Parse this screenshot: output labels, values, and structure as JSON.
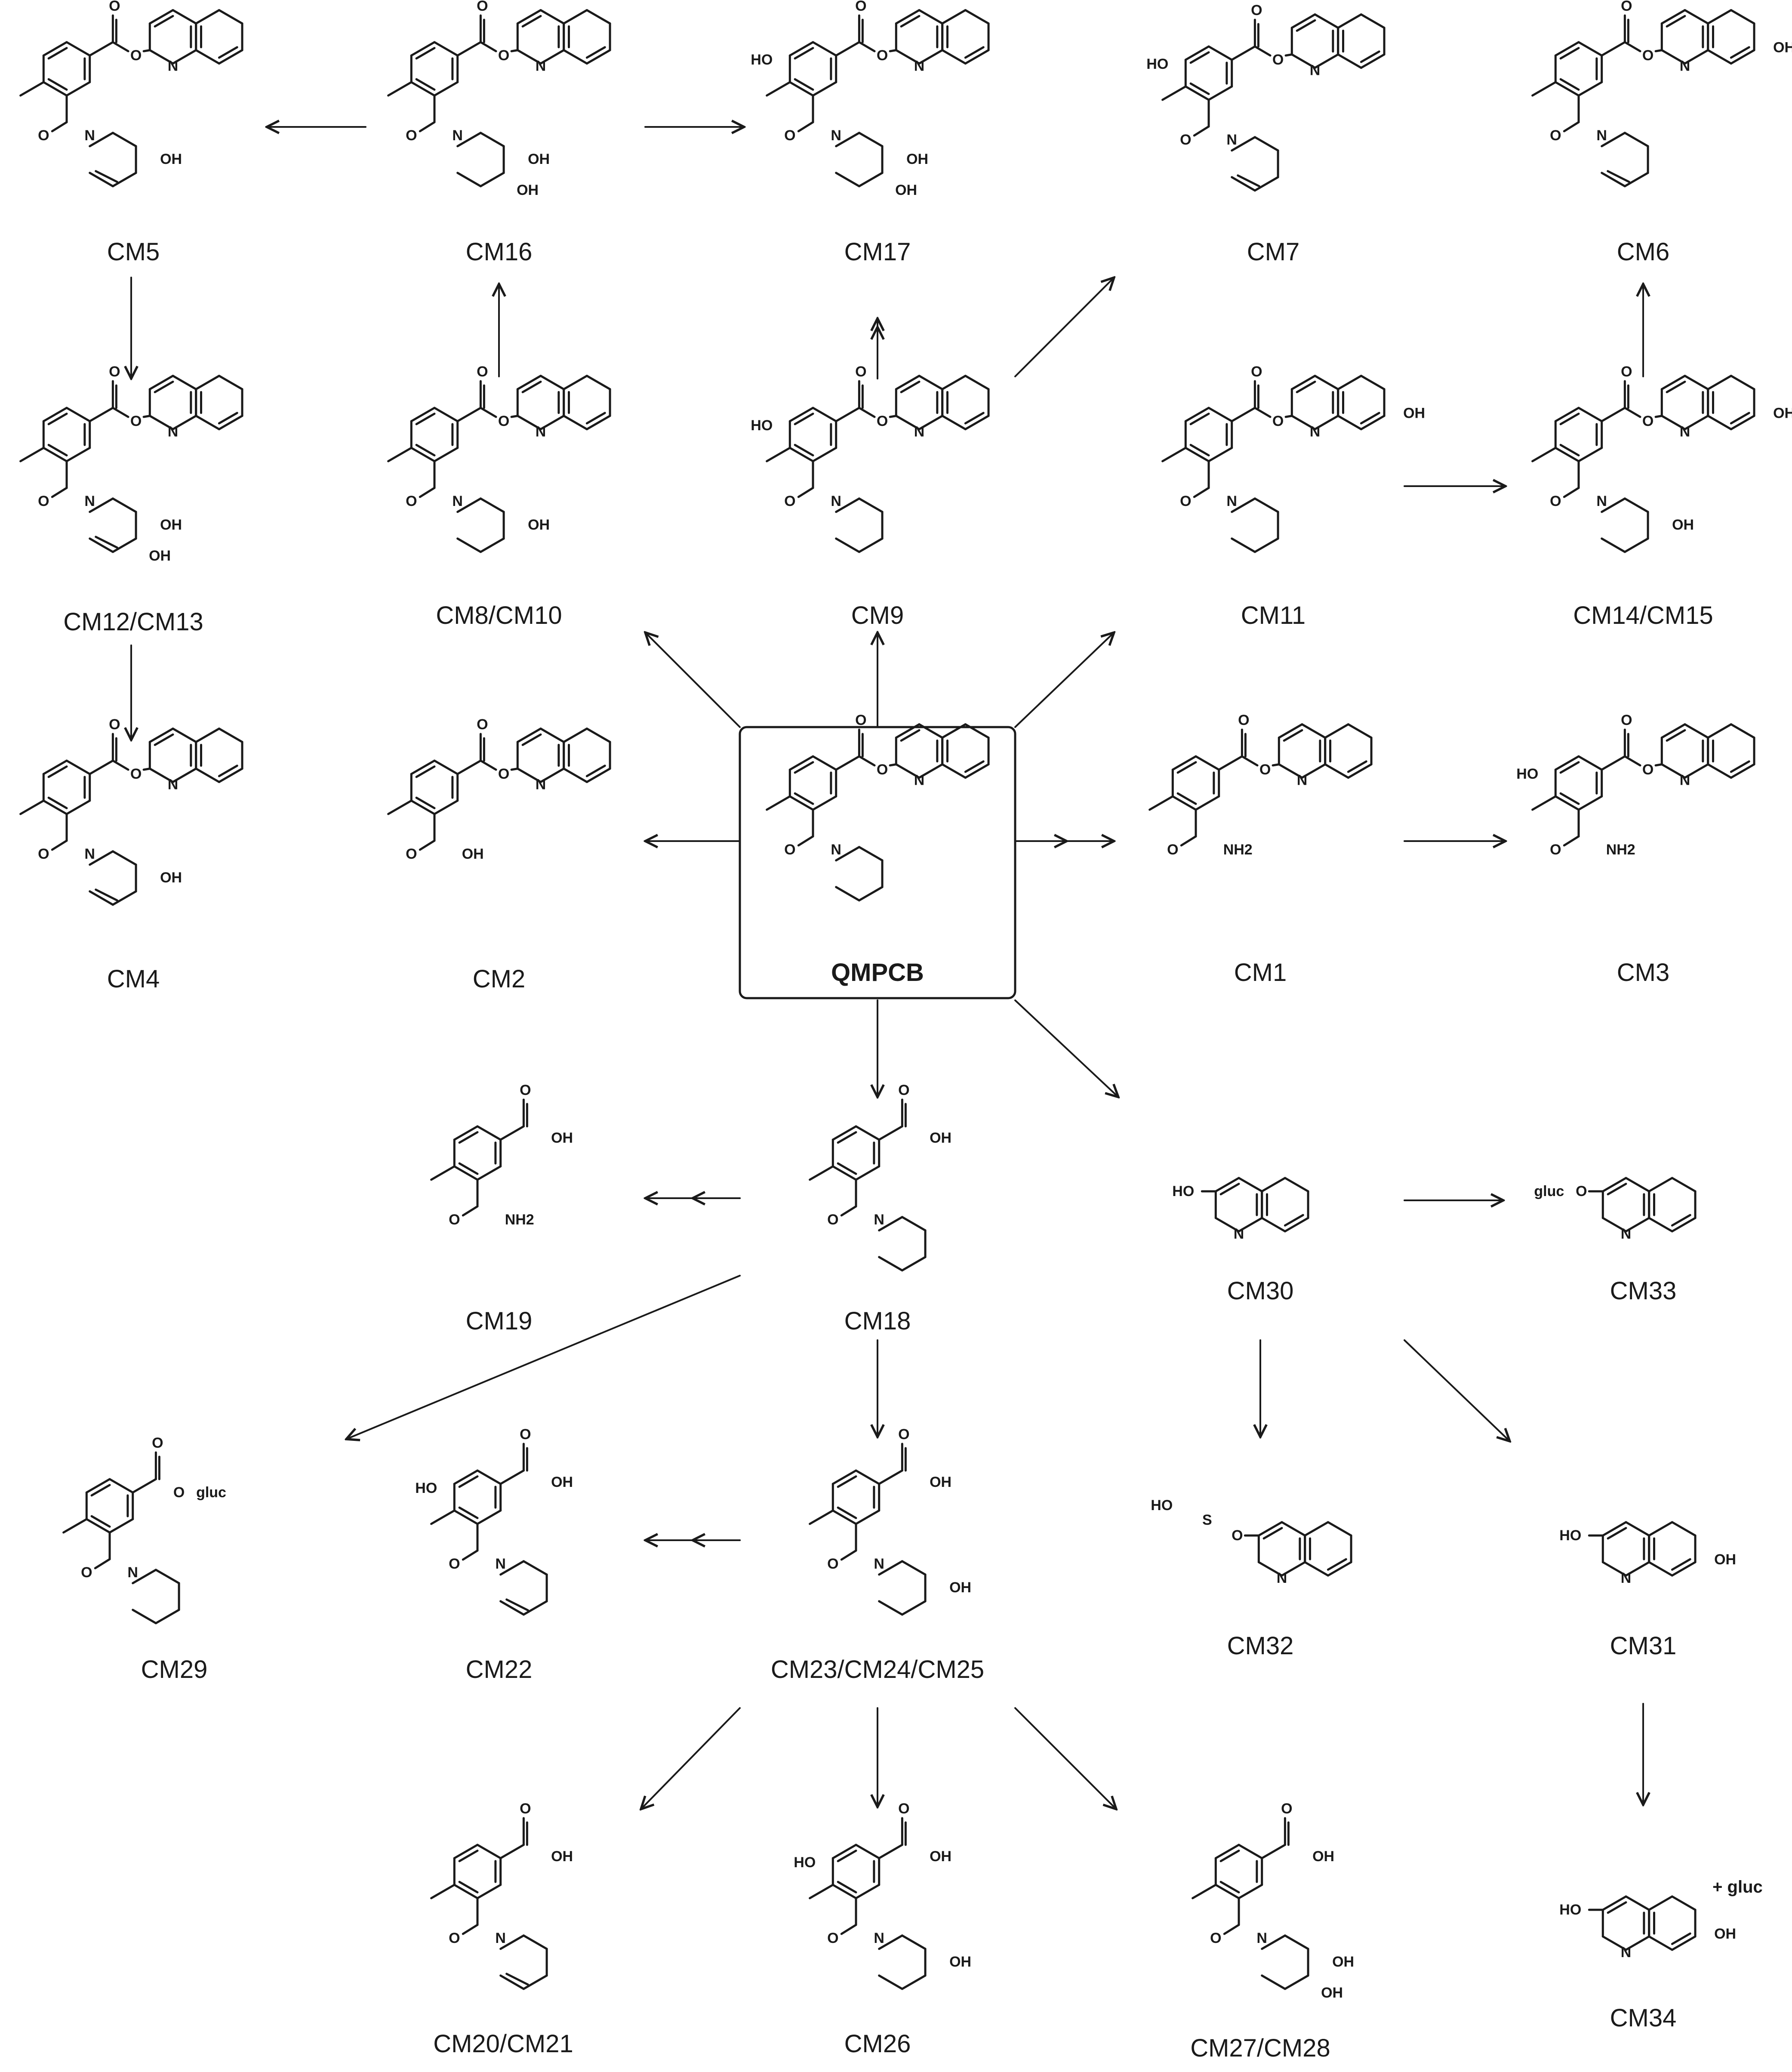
{
  "compounds": {
    "CM5": "CM5",
    "CM16": "CM16",
    "CM17": "CM17",
    "CM7": "CM7",
    "CM6": "CM6",
    "CM12_13": "CM12/CM13",
    "CM8_10": "CM8/CM10",
    "CM9": "CM9",
    "CM11": "CM11",
    "CM14_15": "CM14/CM15",
    "CM4": "CM4",
    "CM2": "CM2",
    "QMPCB": "QMPCB",
    "CM1": "CM1",
    "CM3": "CM3",
    "CM19": "CM19",
    "CM18": "CM18",
    "CM30": "CM30",
    "CM33": "CM33",
    "CM29": "CM29",
    "CM22": "CM22",
    "CM23_25": "CM23/CM24/CM25",
    "CM32": "CM32",
    "CM31": "CM31",
    "CM20_21": "CM20/CM21",
    "CM26": "CM26",
    "CM27_28": "CM27/CM28",
    "CM34": "CM34"
  },
  "atoms": {
    "O": "O",
    "N": "N",
    "OH": "OH",
    "HO": "HO",
    "OH_acid": "OH",
    "NH2": "NH2",
    "S": "S",
    "gluc": "gluc",
    "plus_gluc": "+ gluc"
  }
}
